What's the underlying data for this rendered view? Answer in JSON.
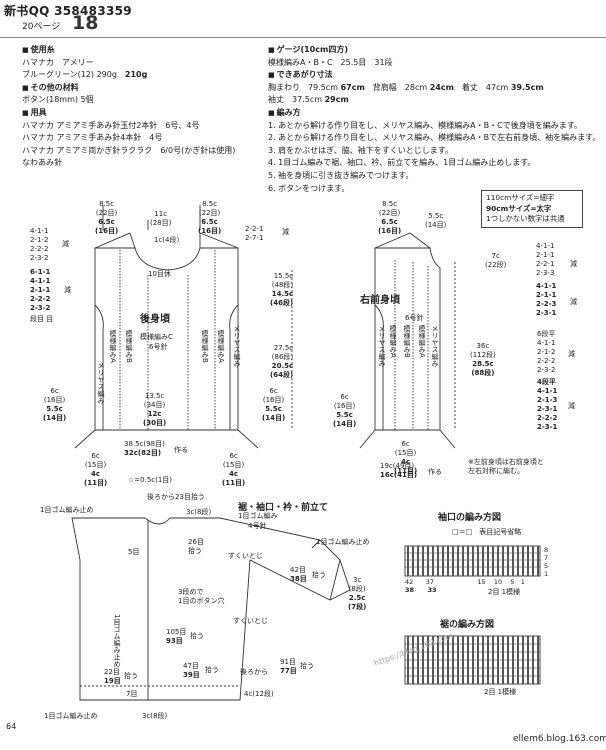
{
  "header": {
    "title": "新书QQ 358483359",
    "page_label": "20ページ",
    "page_big": "18"
  },
  "left_col": {
    "yarn_heading": "使用糸",
    "yarn_line1": "ハマナカ　アメリー",
    "yarn_line2": "ブルーグリーン(12) 290g",
    "yarn_line2_bold": "210g",
    "other_heading": "その他の材料",
    "other_line": "ボタン(18mm) 5個",
    "tools_heading": "用具",
    "tools": [
      "ハマナカ アミアミ手あみ針玉付2本針　6号、4号",
      "ハマナカ アミアミ手あみ針4本針　4号",
      "ハマナカ アミアミ両かぎ針ラクラク　6/0号(かぎ針は使用)",
      "なわあみ針"
    ]
  },
  "right_col": {
    "gauge_heading": "ゲージ(10cm四方)",
    "gauge_line": "模様編みA・B・C　25.5目　31段",
    "size_heading": "できあがり寸法",
    "size_line1": "胸まわり　79.5cm",
    "size_line1_b": "67cm",
    "size_line1_c": "背肩幅　28cm",
    "size_line1_d": "24cm",
    "size_line1_e": "着丈　47cm",
    "size_line1_f": "39.5cm",
    "size_line2": "袖丈　37.5cm",
    "size_line2_b": "29cm",
    "method_heading": "編み方",
    "method": [
      "1. あとから解ける作り目をし、メリヤス編み、模様編みA・B・Cで後身頃を編みます。",
      "2. あとから解ける作り目をし、メリヤス編み、模様編みA・Bで左右前身頃、袖を編みます。",
      "3. 肩をかぶせはぎ、脇、袖下をすくいとじします。",
      "4. 1目ゴム編みで裾、袖口、衿、前立てを編み、1目ゴム編み止めします。",
      "5. 袖を身頃に引き抜き編みでつけます。",
      "6. ボタンをつけます。"
    ]
  },
  "legend": {
    "line1": "110cmサイズ=細字",
    "line2": "90cmサイズ=太字",
    "line3": "1つしかない数字は共通"
  },
  "back": {
    "title": "後身頃",
    "sub1": "模様編みC",
    "sub2": "6号針",
    "shoulder_l": "8.5c",
    "shoulder_l2": "(22目)",
    "shoulder_l3": "6.5c",
    "shoulder_l4": "(16目)",
    "neck": "11c",
    "neck2": "(28目)",
    "neck3": "1c(4段)",
    "neck_rest": "10目休",
    "shoulder_r": "8.5c",
    "shoulder_r2": "(22目)",
    "shoulder_r3": "6.5c",
    "shoulder_r4": "(16目)",
    "shoulder_dec": "2-2-1",
    "shoulder_dec2": "2-7-1",
    "dec_label": "減",
    "arm_dec": [
      "4-1-1",
      "2-1-2",
      "2-2-2",
      "2-3-2"
    ],
    "arm_dec2": [
      "6-1-1",
      "4-1-1",
      "2-1-1",
      "2-2-2",
      "2-3-2"
    ],
    "arm_end": "段目 目",
    "h1": "15.5c",
    "h1b": "(48段)",
    "h1c": "14.5c",
    "h1d": "(46段)",
    "h2": "27.5c",
    "h2b": "(86段)",
    "h2c": "20.5c",
    "h2d": "(64段)",
    "col_a_l": "メリヤス編み",
    "col_b_l": "模様編みA",
    "col_c_l": "模様編みB",
    "col_c_r": "模様編みB",
    "col_b_r": "模様編みA",
    "col_a_r": "メリヤス編み",
    "center_w": "13.5c",
    "center_w2": "(34目)",
    "center_w3": "12c",
    "center_w4": "(30目)",
    "side_l": "6c",
    "side_l2": "(16目)",
    "side_l3": "5.5c",
    "side_l4": "(14目)",
    "side_r": "6c",
    "side_r2": "(16目)",
    "side_r3": "5.5c",
    "side_r4": "(14目)",
    "bottom": "38.5c(98目)",
    "bottom2": "32c(82目)",
    "bottom_make": "作る",
    "hem_l": "6c",
    "hem_l2": "(15目)",
    "hem_l3": "4c",
    "hem_l4": "(11目)",
    "hem_r": "6c",
    "hem_r2": "(15目)",
    "hem_r3": "4c",
    "hem_r4": "(11目)",
    "hem_c": "☆=0.5c(1目)"
  },
  "front": {
    "title": "右前身頃",
    "sub": "6号針",
    "top": "8.5c",
    "top2": "(22目)",
    "top3": "6.5c",
    "top4": "(16目)",
    "neck": "5.5c",
    "neck2": "(14目)",
    "neck_h": "7c",
    "neck_h2": "(22段)",
    "neck_dec": [
      "4-1-1",
      "2-1-1",
      "2-2-1",
      "2-3-3"
    ],
    "arm_dec": [
      "4-1-1",
      "2-1-1",
      "2-2-3",
      "2-3-1"
    ],
    "dec_label": "減",
    "body_h": "36c",
    "body_h2": "(112段)",
    "body_h3": "28.5c",
    "body_h4": "(88段)",
    "flat6": "6段平",
    "dec2": [
      "4-1-1",
      "2-1-2",
      "2-2-2",
      "2-3-2"
    ],
    "flat4": "4段平",
    "dec3": [
      "4-1-1",
      "2-1-3",
      "2-3-1",
      "2-2-2",
      "2-3-1"
    ],
    "col1": "メリヤス編み",
    "col2": "模様編みA",
    "col3": "模様編みB",
    "col4": "模様編みA",
    "col5": "メリヤス編み",
    "side": "6c",
    "side2": "(16目)",
    "side3": "5.5c",
    "side4": "(14目)",
    "bottom": "19c(49目)",
    "bottom2": "16c(41目)",
    "bottom_make": "作る",
    "hem": "6c",
    "hem2": "(15目)",
    "hem3": "4c",
    "hem4": "(11目)",
    "note1": "※左前身頃は右前身頃と",
    "note2": "左右対称に編む。"
  },
  "bottom": {
    "title": "裾・袖口・衿・前立て",
    "sub1": "1目ゴム編み",
    "sub2": "4号針",
    "stop": "1目ゴム編み止め",
    "pickup_back": "後ろから23目拾う",
    "collar": "3c(8段)",
    "pick26": "26目",
    "pick26b": "拾う",
    "row5": "5目",
    "scoop": "すくいとじ",
    "row3": "3段めで",
    "row3b": "1目のボタン穴",
    "pick105": "105目",
    "pick93": "93目",
    "pick_s": "拾う",
    "scoop2": "すくいとじ",
    "stop2": "1目ゴム",
    "stop2b": "編み止め",
    "pick42": "42目",
    "pick38": "38目",
    "pick42s": "拾う",
    "cuff": "3c",
    "cuff2": "(8段)",
    "cuff3": "2.5c",
    "cuff4": "(7段)",
    "cuff_stop": "1目ゴム編み止め",
    "pick22": "22目",
    "pick19": "19目",
    "pick22s": "拾う",
    "pick47": "47目",
    "pick39": "39目",
    "pick47s": "拾う",
    "from_back": "後ろから",
    "pick91": "91目",
    "pick77": "77目",
    "pick91s": "拾う",
    "row7": "7目",
    "hem_h": "4c(12段)",
    "hem_stop": "1目ゴム編み止め",
    "hem_bot": "3c(8段)"
  },
  "charts": {
    "cuff_title": "袖口の編み方図",
    "symbol_note": "□＝□　表目記号省略",
    "cuff_nums": [
      "42",
      "37",
      "38",
      "33",
      "15",
      "10",
      "5",
      "1"
    ],
    "cuff_rows": [
      "8",
      "7",
      "5",
      "1"
    ],
    "cuff_repeat": "2目 1模様",
    "hem_title": "裾の編み方図",
    "hem_repeat": "2目 1模様"
  },
  "footer": {
    "page": "64",
    "site": "ellem6.blog.163.com",
    "watermark": "https://blog.163.com"
  }
}
